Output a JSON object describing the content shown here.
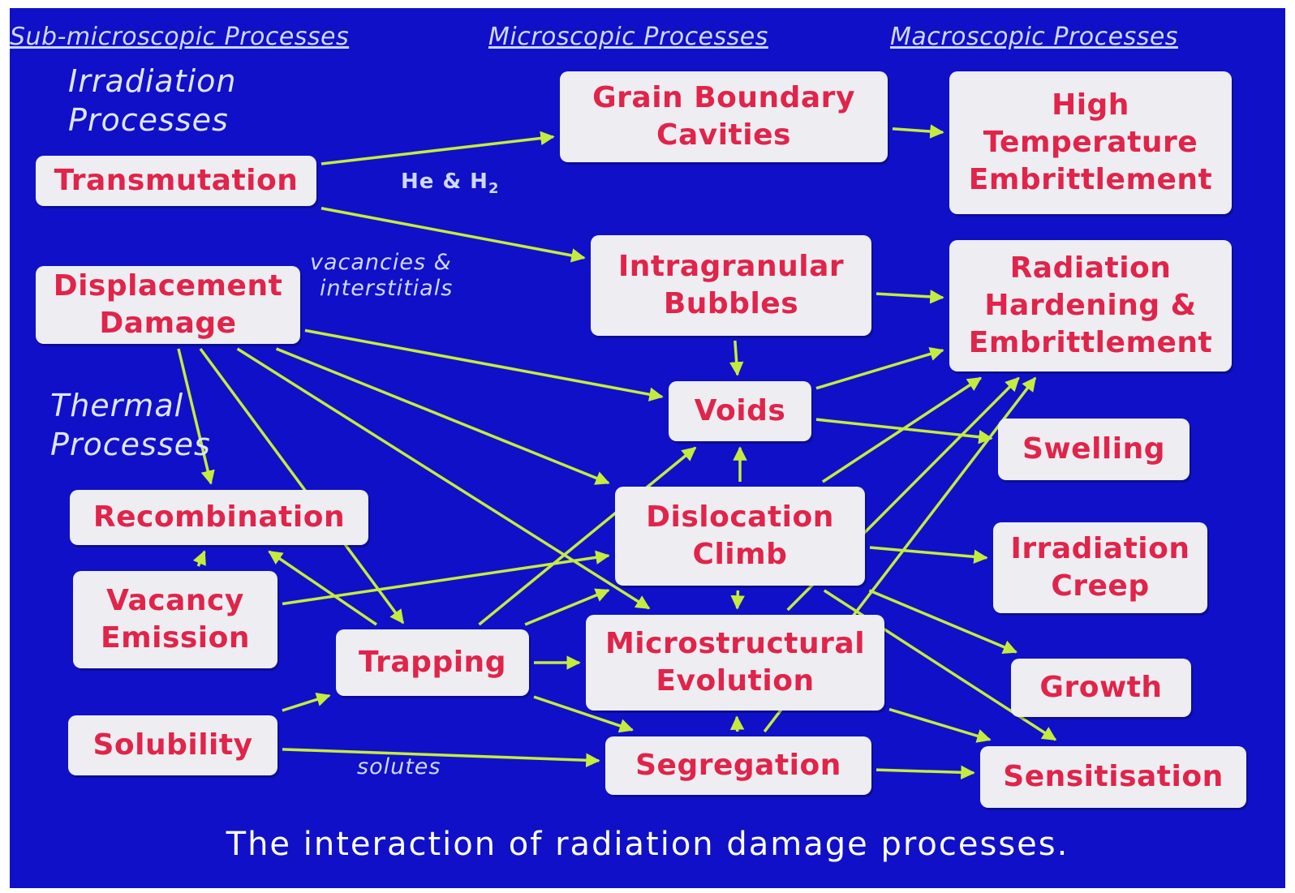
{
  "headers": {
    "sub_micro": "Sub-microscopic Processes",
    "micro": "Microscopic Processes",
    "macro": "Macroscopic Processes"
  },
  "side_labels": {
    "irradiation": [
      "Irradiation",
      "Processes"
    ],
    "thermal": [
      "Thermal",
      "Processes"
    ]
  },
  "nodes": {
    "transmutation": [
      "Transmutation"
    ],
    "displacement": [
      "Displacement",
      "Damage"
    ],
    "recombination": [
      "Recombination"
    ],
    "vacancy_emission": [
      "Vacancy",
      "Emission"
    ],
    "trapping": [
      "Trapping"
    ],
    "solubility": [
      "Solubility"
    ],
    "gb_cavities": [
      "Grain Boundary",
      "Cavities"
    ],
    "intragranular": [
      "Intragranular",
      "Bubbles"
    ],
    "voids": [
      "Voids"
    ],
    "dislocation_climb": [
      "Dislocation",
      "Climb"
    ],
    "microstructural": [
      "Microstructural",
      "Evolution"
    ],
    "segregation": [
      "Segregation"
    ],
    "high_temp": [
      "High",
      "Temperature",
      "Embrittlement"
    ],
    "rad_hardening": [
      "Radiation",
      "Hardening &",
      "Embrittlement"
    ],
    "swelling": [
      "Swelling"
    ],
    "irr_creep": [
      "Irradiation",
      "Creep"
    ],
    "growth": [
      "Growth"
    ],
    "sensitisation": [
      "Sensitisation"
    ]
  },
  "edge_labels": {
    "he_h2_main": "He & H",
    "he_h2_sub": "2",
    "vacancies": [
      "vacancies &",
      "interstitials"
    ],
    "solutes": "solutes"
  },
  "caption": "The interaction of radiation damage processes.",
  "colors": {
    "background": "#1010c8",
    "box_fill": "#ededf2",
    "box_text": "#e0244a",
    "arrow": "#c4ec3c",
    "label_text": "#cfd8ff"
  },
  "edges": [
    {
      "from": "transmutation",
      "to": "gb_cavities"
    },
    {
      "from": "transmutation",
      "to": "intragranular"
    },
    {
      "from": "displacement",
      "to": "recombination"
    },
    {
      "from": "displacement",
      "to": "voids"
    },
    {
      "from": "displacement",
      "to": "dislocation_climb"
    },
    {
      "from": "displacement",
      "to": "microstructural"
    },
    {
      "from": "displacement",
      "to": "trapping"
    },
    {
      "from": "vacancy_emission",
      "to": "recombination"
    },
    {
      "from": "vacancy_emission",
      "to": "dislocation_climb"
    },
    {
      "from": "trapping",
      "to": "recombination"
    },
    {
      "from": "trapping",
      "to": "voids"
    },
    {
      "from": "trapping",
      "to": "dislocation_climb"
    },
    {
      "from": "trapping",
      "to": "microstructural"
    },
    {
      "from": "trapping",
      "to": "segregation"
    },
    {
      "from": "solubility",
      "to": "trapping"
    },
    {
      "from": "solubility",
      "to": "segregation"
    },
    {
      "from": "gb_cavities",
      "to": "high_temp"
    },
    {
      "from": "intragranular",
      "to": "rad_hardening"
    },
    {
      "from": "intragranular",
      "to": "voids"
    },
    {
      "from": "dislocation_climb",
      "to": "voids"
    },
    {
      "from": "dislocation_climb",
      "to": "microstructural"
    },
    {
      "from": "segregation",
      "to": "microstructural"
    },
    {
      "from": "voids",
      "to": "rad_hardening"
    },
    {
      "from": "voids",
      "to": "swelling"
    },
    {
      "from": "dislocation_climb",
      "to": "rad_hardening"
    },
    {
      "from": "dislocation_climb",
      "to": "irr_creep"
    },
    {
      "from": "dislocation_climb",
      "to": "growth"
    },
    {
      "from": "dislocation_climb",
      "to": "sensitisation"
    },
    {
      "from": "microstructural",
      "to": "rad_hardening"
    },
    {
      "from": "microstructural",
      "to": "sensitisation"
    },
    {
      "from": "segregation",
      "to": "rad_hardening"
    },
    {
      "from": "segregation",
      "to": "sensitisation"
    }
  ]
}
